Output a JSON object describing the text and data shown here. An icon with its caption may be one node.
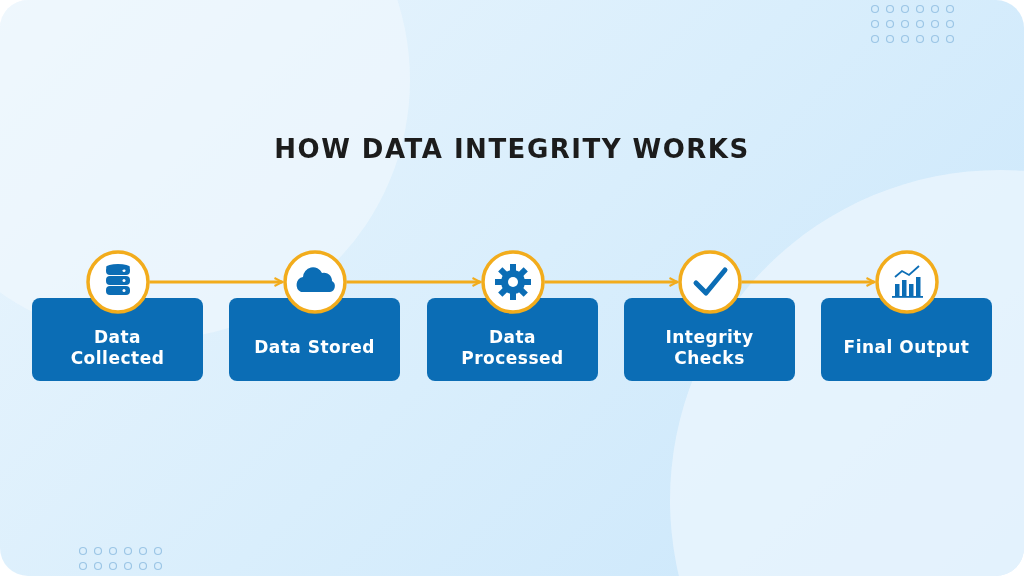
{
  "diagram": {
    "title": "HOW DATA INTEGRITY WORKS",
    "nodes": [
      {
        "text": [
          "Data Collected"
        ]
      },
      {
        "text": [
          "Data Stored"
        ]
      },
      {
        "text": [
          "Data Processed"
        ]
      },
      {
        "text": [
          "Integrity Checks"
        ]
      },
      {
        "text": [
          "Final Output"
        ]
      },
      {
        "text": [],
        "shape": "circle"
      },
      {
        "text": [],
        "shape": "circle"
      },
      {
        "text": [],
        "shape": "circle"
      },
      {
        "text": [],
        "shape": "circle"
      },
      {
        "text": [],
        "shape": "circle"
      }
    ],
    "edges": [
      {
        "from": 5,
        "to": 6,
        "arrow": "to"
      },
      {
        "from": 6,
        "to": 7,
        "arrow": "to"
      },
      {
        "from": 7,
        "to": 8,
        "arrow": "to"
      },
      {
        "from": 8,
        "to": 9,
        "arrow": "to"
      }
    ]
  }
}
